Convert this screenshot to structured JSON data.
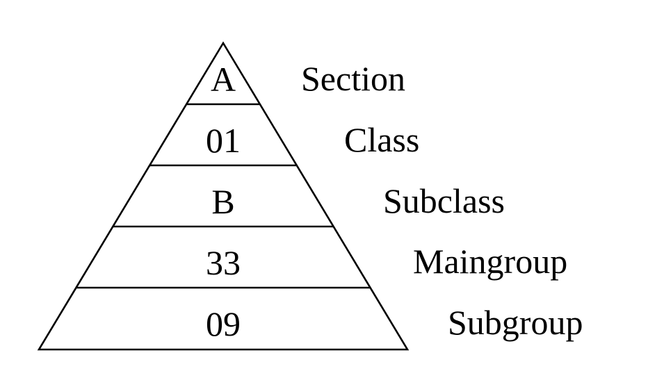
{
  "diagram": {
    "type": "pyramid",
    "stroke_color": "#000000",
    "background": "#ffffff",
    "levels": [
      {
        "code": "A",
        "label": "Section"
      },
      {
        "code": "01",
        "label": "Class"
      },
      {
        "code": "B",
        "label": "Subclass"
      },
      {
        "code": "33",
        "label": "Maingroup"
      },
      {
        "code": "09",
        "label": "Subgroup"
      }
    ]
  }
}
